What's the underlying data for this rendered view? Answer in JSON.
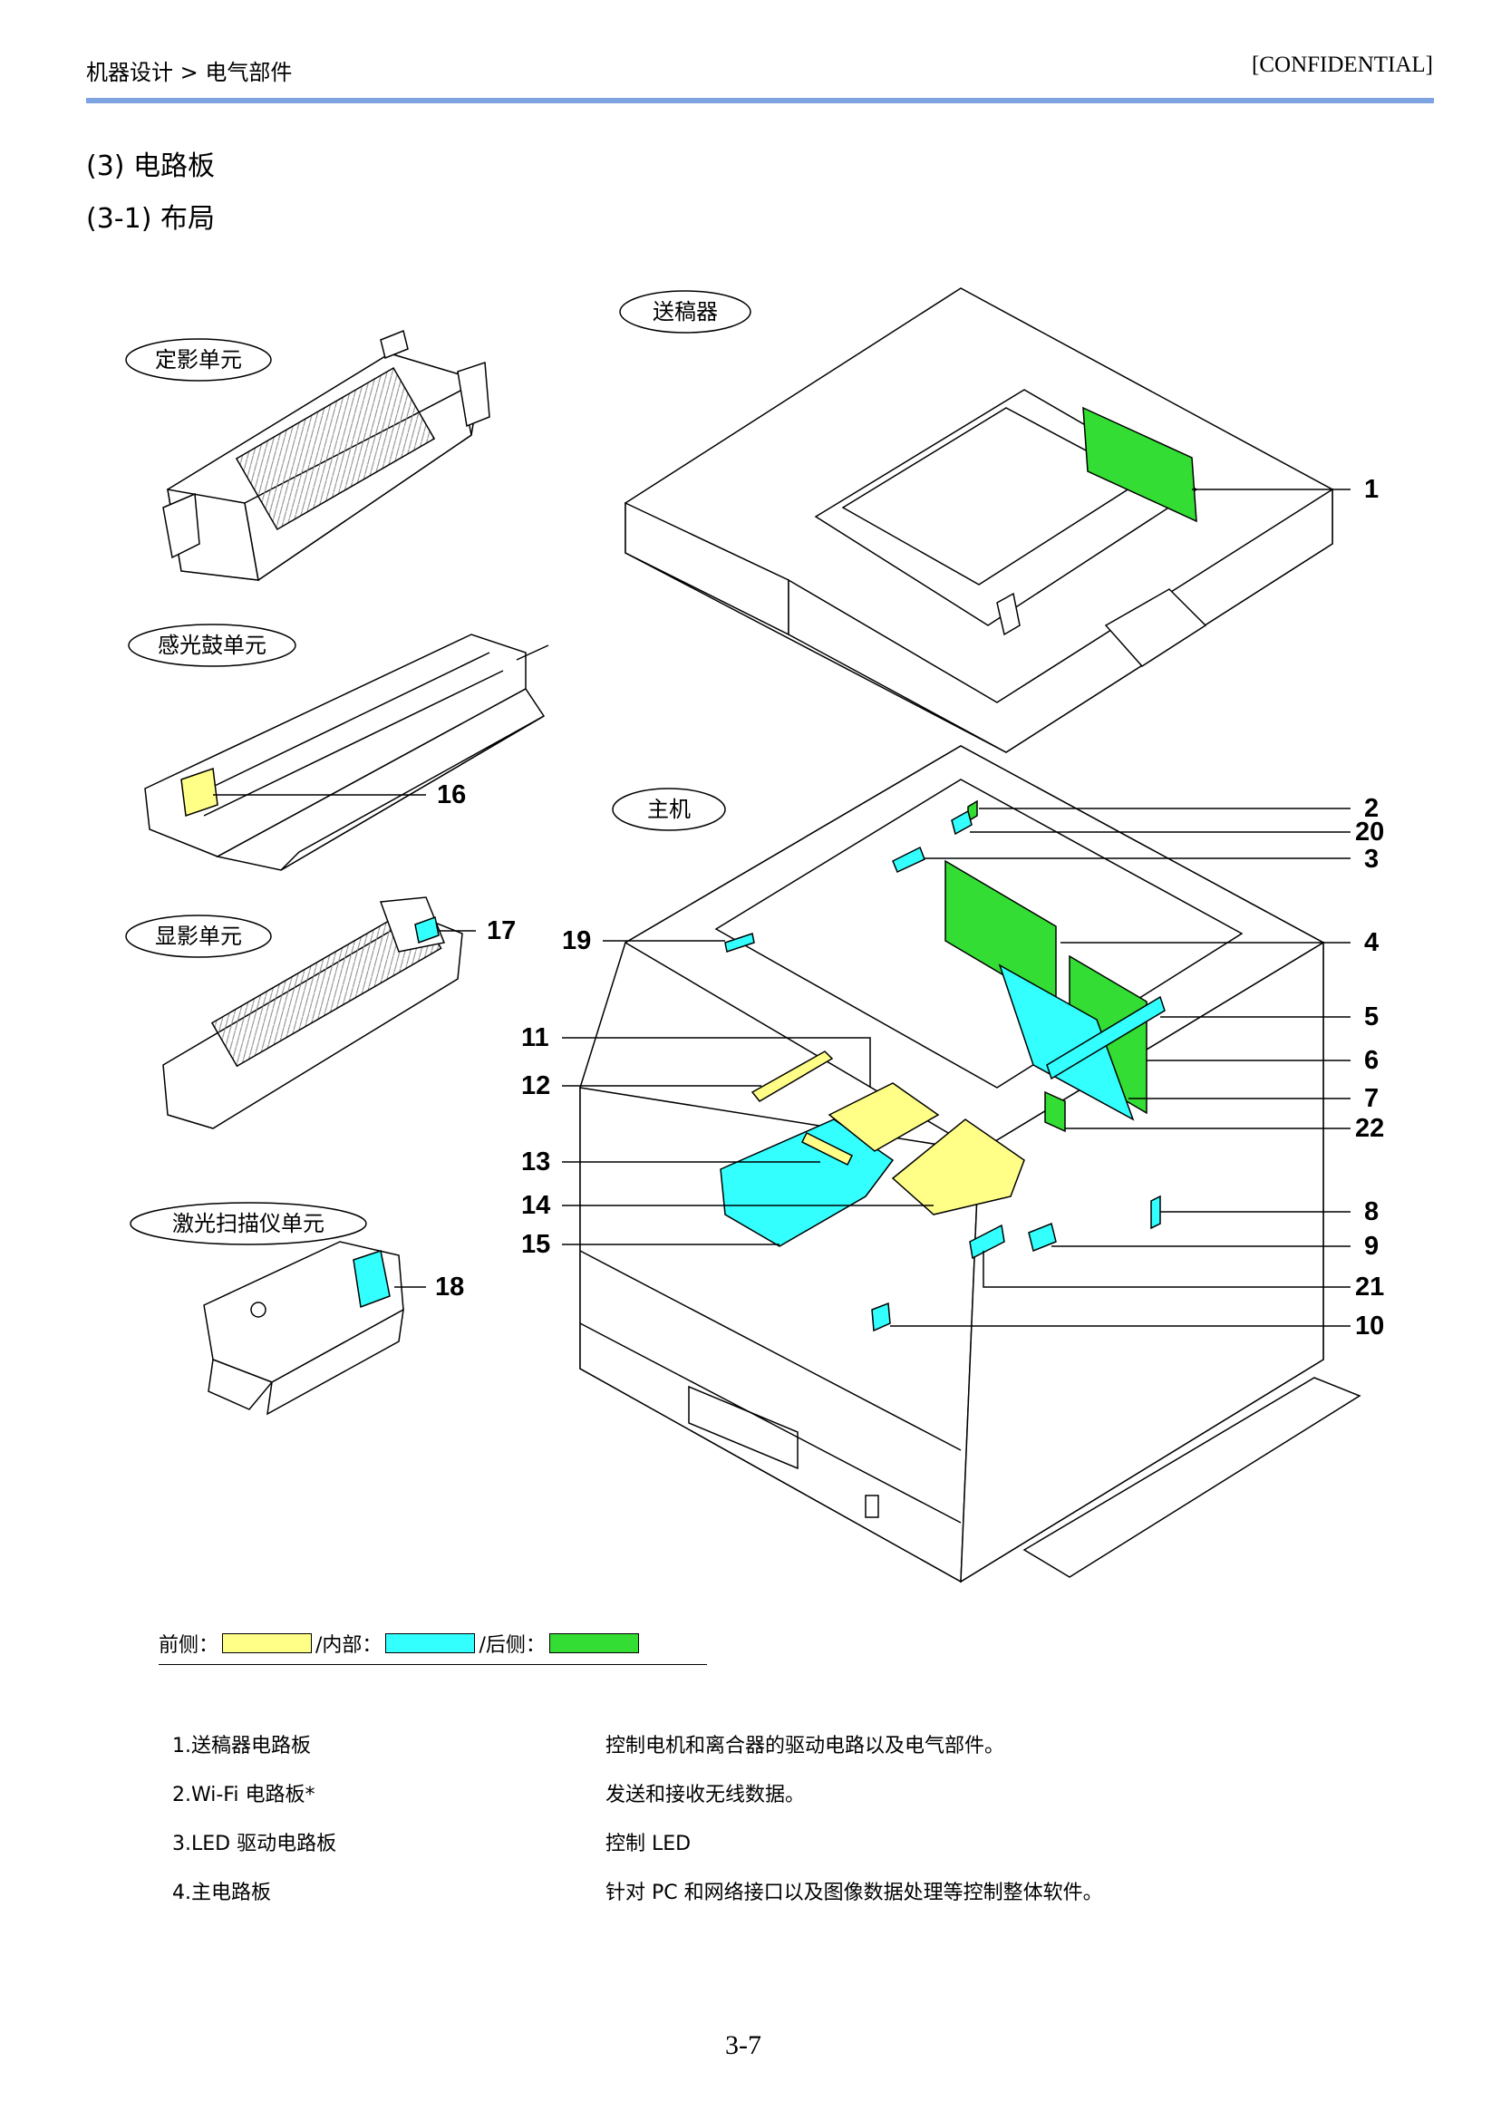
{
  "header": {
    "breadcrumb": "机器设计 > 电气部件",
    "tag": "[CONFIDENTIAL]"
  },
  "section": {
    "title": "(3) 电路板",
    "subtitle": "(3-1) 布局"
  },
  "diagram": {
    "unit_labels": {
      "adf": "送稿器",
      "fuser": "定影单元",
      "drum": "感光鼓单元",
      "developer": "显影单元",
      "main": "主机",
      "laser": "激光扫描仪单元"
    },
    "callouts": [
      "1",
      "2",
      "20",
      "3",
      "4",
      "5",
      "6",
      "7",
      "22",
      "8",
      "9",
      "21",
      "10",
      "11",
      "12",
      "13",
      "14",
      "15",
      "16",
      "17",
      "18",
      "19"
    ]
  },
  "legend": {
    "front_label": "前侧：",
    "inner_label": "/内部：",
    "rear_label": "/后侧：",
    "front_color": "#ffff88",
    "inner_color": "#33ffff",
    "rear_color": "#33dd33"
  },
  "descriptions": [
    {
      "name": "1.送稿器电路板",
      "desc": "控制电机和离合器的驱动电路以及电气部件。"
    },
    {
      "name": "2.Wi-Fi 电路板*",
      "desc": "发送和接收无线数据。"
    },
    {
      "name": "3.LED 驱动电路板",
      "desc": "控制 LED"
    },
    {
      "name": "4.主电路板",
      "desc": "针对 PC 和网络接口以及图像数据处理等控制整体软件。"
    }
  ],
  "page_number": "3-7"
}
